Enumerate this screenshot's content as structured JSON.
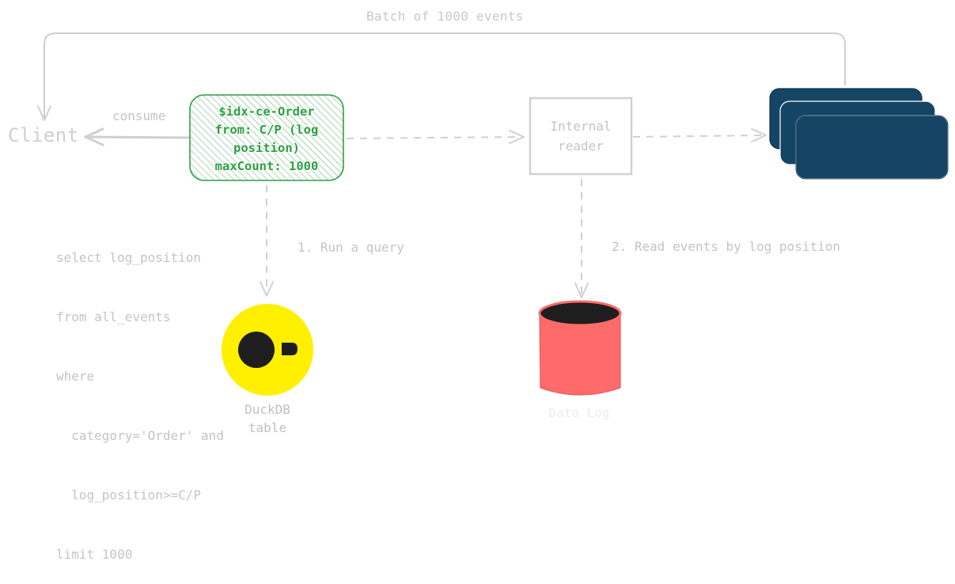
{
  "labels": {
    "batch": "Batch of 1000 events",
    "consume": "consume",
    "client": "Client",
    "step1": "1. Run a query",
    "step2": "2. Read events by log position"
  },
  "index_node": {
    "lines": [
      "$idx-ce-Order",
      "from: C/P (log",
      "position)",
      "maxCount: 1000"
    ],
    "color": "#2f9e44"
  },
  "reader": {
    "lines": [
      "Internal",
      "reader"
    ]
  },
  "sql": {
    "lines": [
      "select log_position",
      "from all_events",
      "where",
      "  category='Order' and",
      "  log_position>=C/P",
      "limit 1000"
    ]
  },
  "duckdb": {
    "lines": [
      "DuckDB",
      "table"
    ],
    "logo_color": "#fff000"
  },
  "datalog": {
    "label": "Data Log",
    "color": "#ff6b6b"
  },
  "stack": {
    "color": "#154465"
  }
}
